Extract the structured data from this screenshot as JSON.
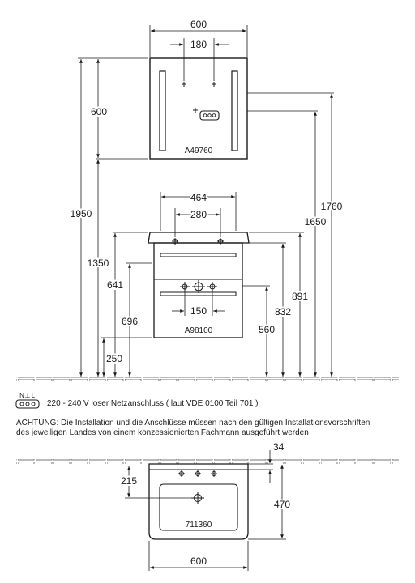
{
  "mirror": {
    "width": "600",
    "light_spacing": "180",
    "height": "600",
    "model": "A49760"
  },
  "upper": {
    "basin_width": "464",
    "tap_spacing": "280",
    "drawer_spacing": "150",
    "model": "A98100"
  },
  "heights": {
    "mirror_top": "1950",
    "mirror_bottom": "1350",
    "basin_top": "891",
    "basin_under": "832",
    "cabinet_top": "641",
    "cabinet_height": "696",
    "cabinet_drawer": "560",
    "cabinet_bottom": "250",
    "outlet_1760": "1760",
    "outlet_1650": "1650"
  },
  "electrical": {
    "symbol_letters": [
      "N",
      "⊥",
      "L"
    ],
    "connection_note": "220 - 240 V loser Netzanschluss ( laut VDE 0100 Teil 701 )"
  },
  "warning": {
    "line1": "ACHTUNG: Die Installation und die Anschlüsse müssen nach den gültigen Installationsvorschriften",
    "line2": "des jeweiligen Landes von einem konzessionierten Fachmann ausgeführt werden"
  },
  "plan": {
    "back_depth": "34",
    "drain_offset": "215",
    "depth": "470",
    "width": "600",
    "model": "711360"
  }
}
